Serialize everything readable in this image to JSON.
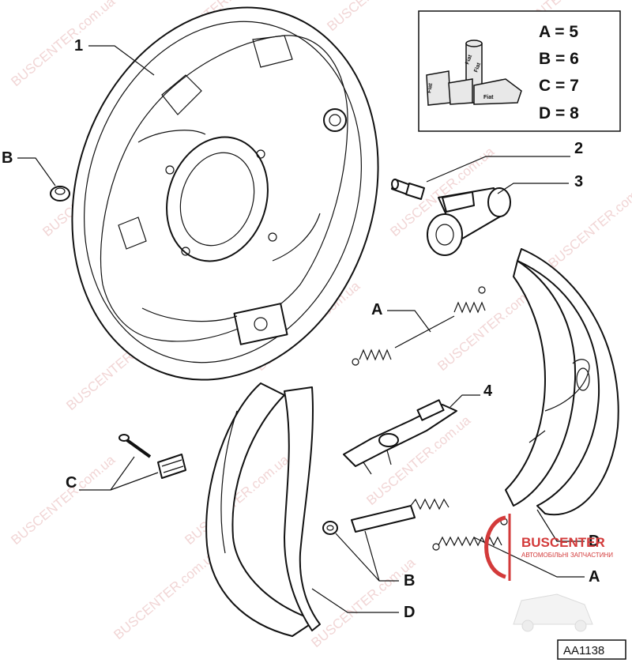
{
  "callouts": {
    "part1": "1",
    "part2": "2",
    "part3": "3",
    "part4": "4",
    "b_top": "B",
    "a_spring_top": "A",
    "c_clip": "C",
    "b_bottom": "B",
    "d_left": "D",
    "d_right": "D",
    "a_spring_bottom": "A"
  },
  "legend": {
    "rows": [
      "A = 5",
      "B = 6",
      "C = 7",
      "D = 8"
    ],
    "package_labels": [
      "Fiat",
      "Fiat",
      "Fiat",
      "Fiat"
    ]
  },
  "figure_code": "AA1138",
  "logo": {
    "brand": "BUSCENTER",
    "tagline": "АВТОМОБІЛЬНІ ЗАПЧАСТИНИ"
  },
  "watermark": "BUSCENTER.com.ua",
  "colors": {
    "ink": "#111111",
    "watermark": "#e6b3b3",
    "brand": "#d33a3a"
  }
}
